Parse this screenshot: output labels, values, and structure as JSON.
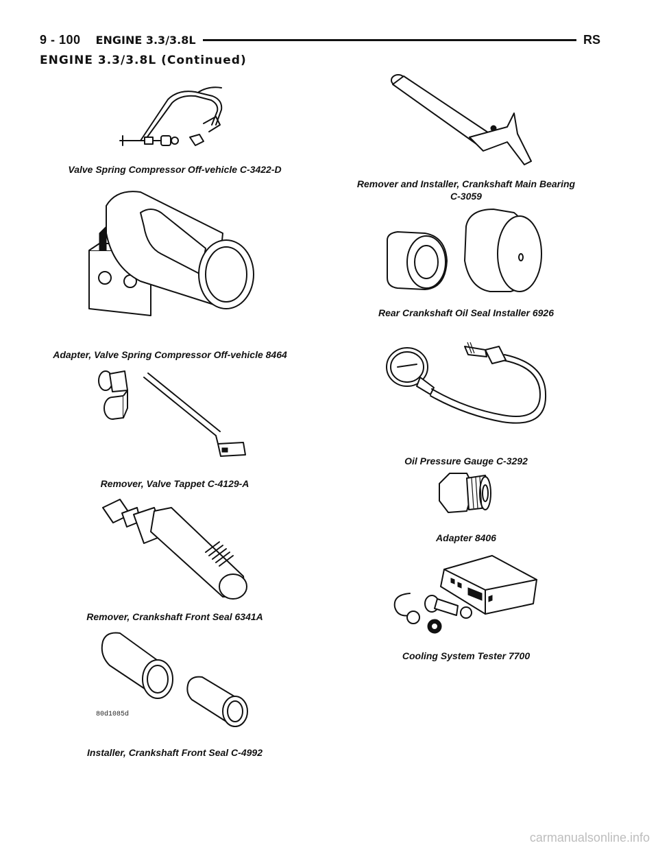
{
  "header": {
    "page_number": "9 - 100",
    "section_title": "ENGINE 3.3/3.8L",
    "code": "RS"
  },
  "continued_title": "ENGINE 3.3/3.8L (Continued)",
  "figure_code": "80d1085d",
  "watermark": "carmanualsonline.info",
  "tools_left": [
    {
      "caption": "Valve Spring Compressor Off-vehicle C-3422-D"
    },
    {
      "caption": "Adapter, Valve Spring Compressor Off-vehicle 8464"
    },
    {
      "caption": "Remover, Valve Tappet C-4129-A"
    },
    {
      "caption": "Remover, Crankshaft Front Seal 6341A"
    },
    {
      "caption": "Installer, Crankshaft Front Seal C-4992"
    }
  ],
  "tools_right": [
    {
      "caption_line1": "Remover and Installer, Crankshaft Main Bearing",
      "caption_line2": "C-3059"
    },
    {
      "caption": "Rear Crankshaft Oil Seal Installer 6926"
    },
    {
      "caption": "Oil Pressure Gauge C-3292"
    },
    {
      "caption": "Adapter 8406"
    },
    {
      "caption": "Cooling System Tester 7700"
    }
  ]
}
